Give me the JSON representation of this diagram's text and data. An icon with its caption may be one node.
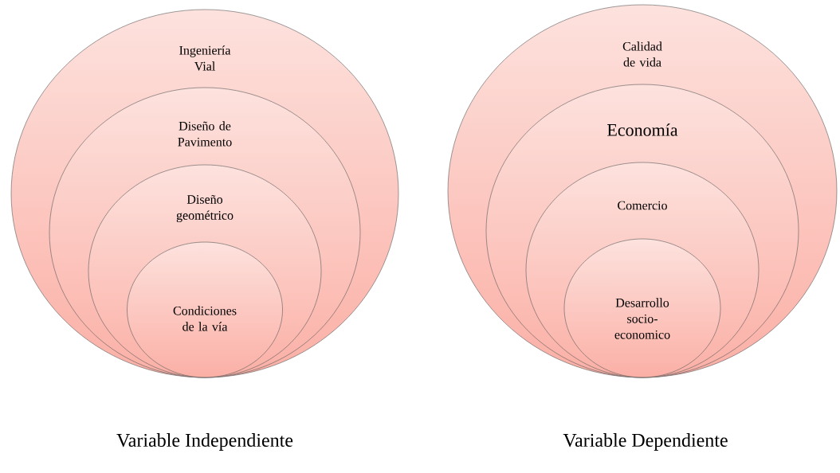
{
  "diagram": {
    "nodes": [
      {
        "text": [
          "Ingeniería Vial"
        ]
      },
      {
        "text": [
          "Diseño de Pavimento"
        ],
        "in": 0
      },
      {
        "text": [
          "Diseño geométrico"
        ],
        "in": 1
      },
      {
        "text": [
          "Condiciones de la vía"
        ],
        "in": 2
      },
      {
        "text": [
          "Calidad de vida"
        ]
      },
      {
        "text": [
          "Economía"
        ],
        "in": 4
      },
      {
        "text": [
          "Comercio"
        ],
        "in": 5
      },
      {
        "text": [
          "Desarrollo socio-economico"
        ],
        "in": 6
      }
    ],
    "labels": [
      "Variable Independiente",
      "Variable Dependiente"
    ]
  }
}
